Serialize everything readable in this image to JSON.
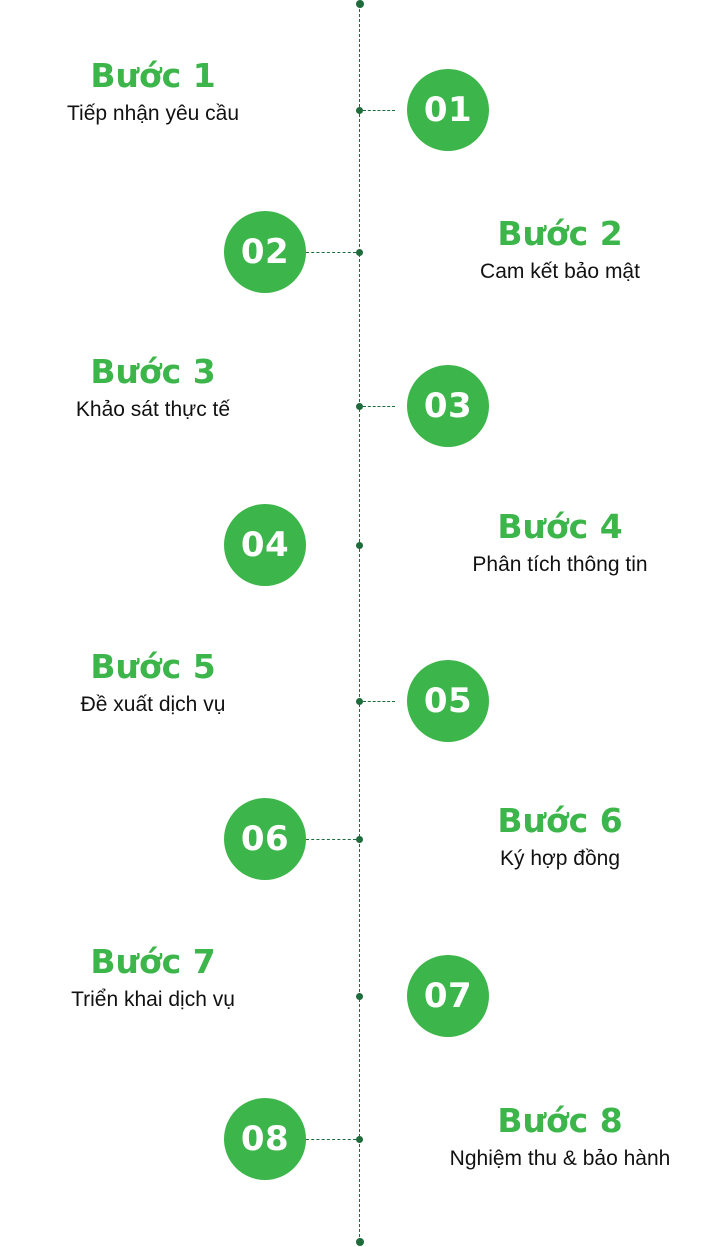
{
  "colors": {
    "accent_green": "#3cb54a",
    "line_dark_green": "#1e6b3c",
    "text_dark": "#111111"
  },
  "steps": [
    {
      "number": "01",
      "title": "Bước 1",
      "description": "Tiếp nhận yêu cầu"
    },
    {
      "number": "02",
      "title": "Bước 2",
      "description": "Cam kết bảo mật"
    },
    {
      "number": "03",
      "title": "Bước 3",
      "description": "Khảo sát thực tế"
    },
    {
      "number": "04",
      "title": "Bước 4",
      "description": "Phân tích thông tin"
    },
    {
      "number": "05",
      "title": "Bước 5",
      "description": "Đề xuất dịch vụ"
    },
    {
      "number": "06",
      "title": "Bước 6",
      "description": "Ký hợp đồng"
    },
    {
      "number": "07",
      "title": "Bước 7",
      "description": "Triển khai dịch vụ"
    },
    {
      "number": "08",
      "title": "Bước 8",
      "description": "Nghiệm thu & bảo hành"
    }
  ]
}
